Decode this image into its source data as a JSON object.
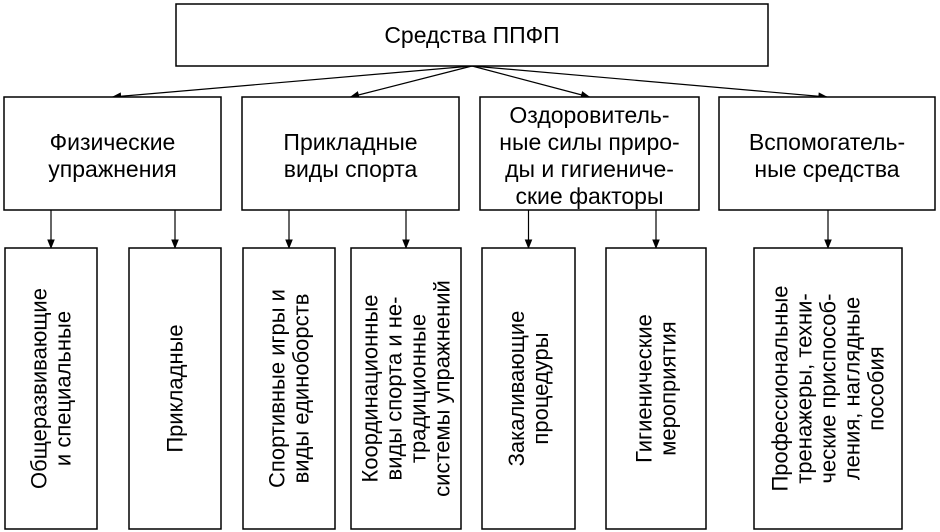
{
  "root": {
    "label": "Средства ППФП"
  },
  "categories": [
    {
      "lines": [
        "Физические",
        "упражнения"
      ],
      "items": [
        {
          "lines": [
            "Общеразвивающие",
            "и специальные"
          ]
        },
        {
          "lines": [
            "Прикладные"
          ]
        }
      ]
    },
    {
      "lines": [
        "Прикладные",
        "виды спорта"
      ],
      "items": [
        {
          "lines": [
            "Спортивные игры и",
            "виды единоборств"
          ]
        },
        {
          "lines": [
            "Координационные",
            "виды спорта  и не-",
            "традиционные",
            "системы упражнений"
          ]
        }
      ]
    },
    {
      "lines": [
        "Оздоровитель-",
        "ные силы приро-",
        "ды и гигиениче-",
        "ские факторы"
      ],
      "items": [
        {
          "lines": [
            "Закаливающие",
            "процедуры"
          ]
        },
        {
          "lines": [
            "Гигиенические",
            "мероприятия"
          ]
        }
      ]
    },
    {
      "lines": [
        "Вспомогатель-",
        "ные средства"
      ],
      "items": [
        {
          "lines": [
            "Профессиональные",
            "тренажеры, техни-",
            "ческие приспособ-",
            "ления, наглядные",
            "пособия"
          ]
        }
      ]
    }
  ]
}
